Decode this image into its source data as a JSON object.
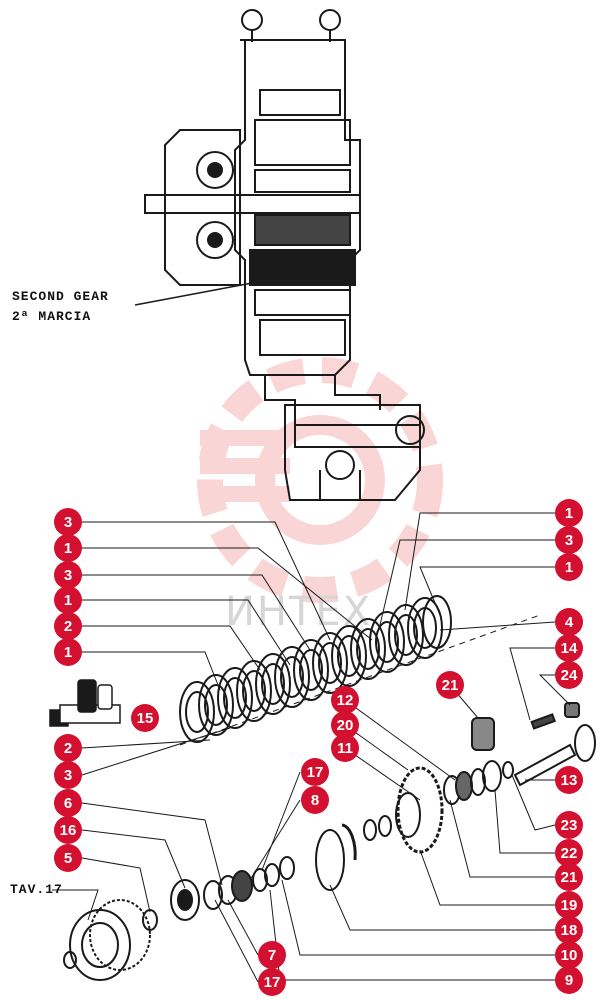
{
  "labels": {
    "second_gear_en": "SECOND GEAR",
    "second_gear_it": "2ª MARCIA",
    "table_ref": "TAV.17",
    "watermark": "ИНТЕХ"
  },
  "colors": {
    "callout_fill": "#d3102f",
    "ink": "#1a1a1a",
    "watermark": "#f2b3b3"
  },
  "callouts_left": [
    "3",
    "1",
    "3",
    "1",
    "2",
    "1",
    "2",
    "3",
    "6",
    "16",
    "5"
  ],
  "callouts_right": [
    "1",
    "3",
    "1",
    "4",
    "14",
    "24",
    "13",
    "23",
    "22",
    "21",
    "19",
    "18",
    "10",
    "9"
  ],
  "callouts_mid": [
    "21",
    "12",
    "20",
    "11",
    "17",
    "8",
    "15",
    "7",
    "17"
  ]
}
